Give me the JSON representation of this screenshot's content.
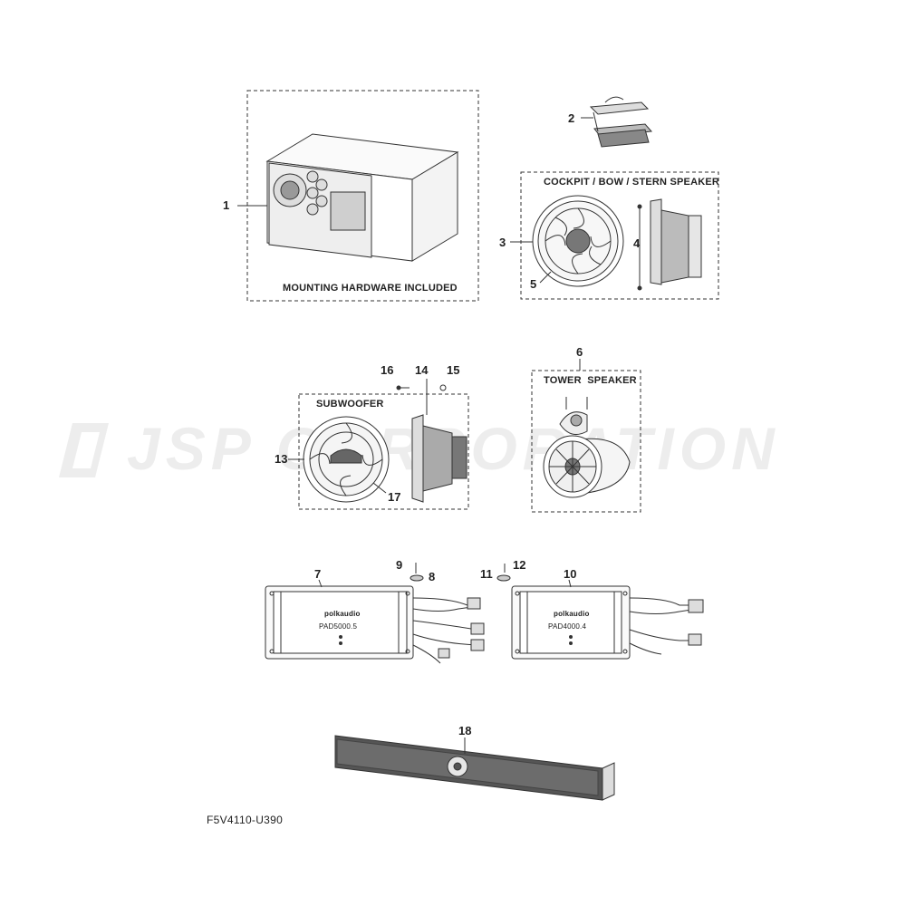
{
  "watermark": {
    "text": "JSP CORPORATION"
  },
  "diagram_code": "F5V4110-U390",
  "captions": {
    "mounting_hardware": "MOUNTING HARDWARE INCLUDED",
    "cockpit_speaker": "COCKPIT / BOW / STERN SPEAKER",
    "subwoofer": "SUBWOOFER",
    "tower_speaker": "TOWER  SPEAKER",
    "amp1_brand": "polkaudio",
    "amp1_model": "PAD5000.5",
    "amp2_brand": "polkaudio",
    "amp2_model": "PAD4000.4"
  },
  "callouts": {
    "c1": "1",
    "c2": "2",
    "c3": "3",
    "c4": "4",
    "c5": "5",
    "c6": "6",
    "c7": "7",
    "c8": "8",
    "c9": "9",
    "c10": "10",
    "c11": "11",
    "c12": "12",
    "c13": "13",
    "c14": "14",
    "c15": "15",
    "c16": "16",
    "c17": "17",
    "c18": "18"
  },
  "colors": {
    "line": "#333333",
    "watermark": "#ededed",
    "bar_fill": "#555555"
  }
}
